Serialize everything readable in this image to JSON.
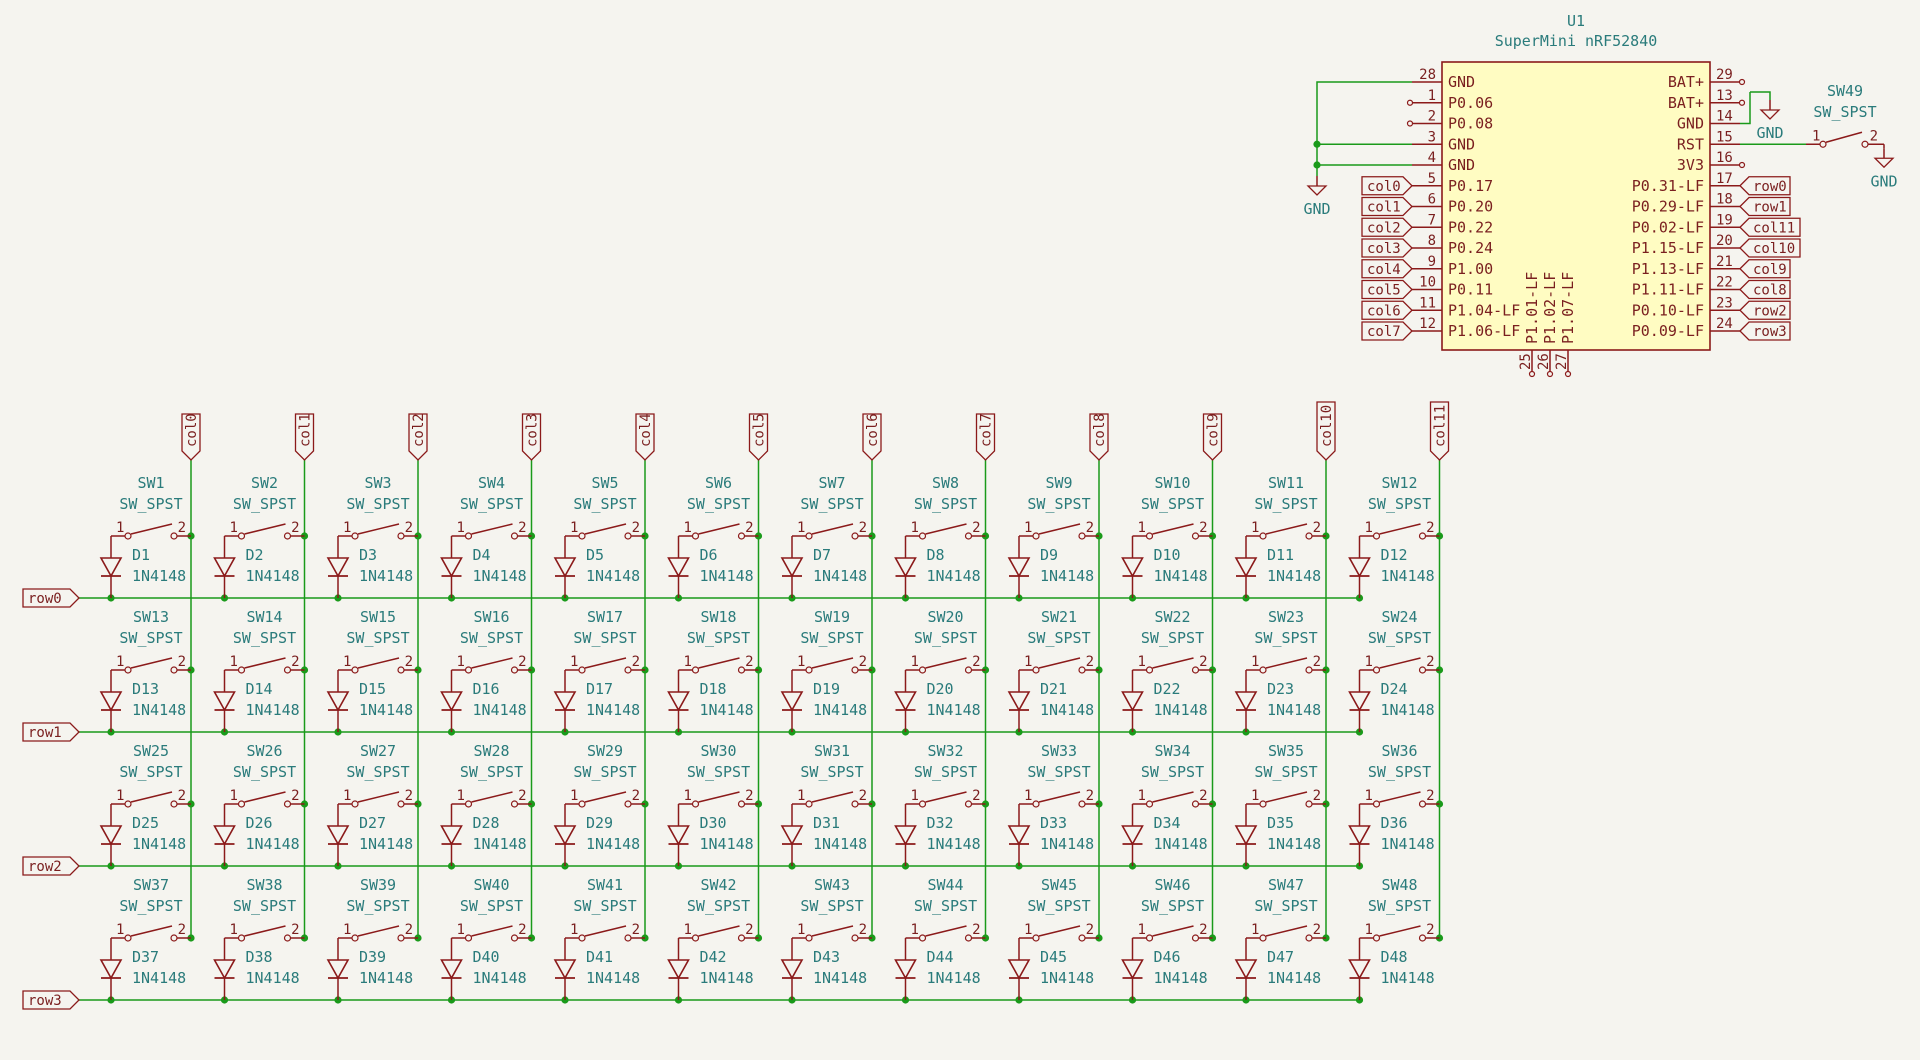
{
  "module": {
    "ref": "U1",
    "value": "SuperMini nRF52840",
    "left_pins": [
      {
        "num": "28",
        "name": "GND",
        "net": "GND"
      },
      {
        "num": "1",
        "name": "P0.06",
        "net": ""
      },
      {
        "num": "2",
        "name": "P0.08",
        "net": ""
      },
      {
        "num": "3",
        "name": "GND",
        "net": "GND"
      },
      {
        "num": "4",
        "name": "GND",
        "net": "GND"
      },
      {
        "num": "5",
        "name": "P0.17",
        "net": "col0"
      },
      {
        "num": "6",
        "name": "P0.20",
        "net": "col1"
      },
      {
        "num": "7",
        "name": "P0.22",
        "net": "col2"
      },
      {
        "num": "8",
        "name": "P0.24",
        "net": "col3"
      },
      {
        "num": "9",
        "name": "P1.00",
        "net": "col4"
      },
      {
        "num": "10",
        "name": "P0.11",
        "net": "col5"
      },
      {
        "num": "11",
        "name": "P1.04-LF",
        "net": "col6"
      },
      {
        "num": "12",
        "name": "P1.06-LF",
        "net": "col7"
      }
    ],
    "right_pins": [
      {
        "num": "29",
        "name": "BAT+",
        "net": ""
      },
      {
        "num": "13",
        "name": "BAT+",
        "net": ""
      },
      {
        "num": "14",
        "name": "GND",
        "net": "GND"
      },
      {
        "num": "15",
        "name": "RST",
        "net": "SW49"
      },
      {
        "num": "16",
        "name": "3V3",
        "net": ""
      },
      {
        "num": "17",
        "name": "P0.31-LF",
        "net": "row0"
      },
      {
        "num": "18",
        "name": "P0.29-LF",
        "net": "row1"
      },
      {
        "num": "19",
        "name": "P0.02-LF",
        "net": "col11"
      },
      {
        "num": "20",
        "name": "P1.15-LF",
        "net": "col10"
      },
      {
        "num": "21",
        "name": "P1.13-LF",
        "net": "col9"
      },
      {
        "num": "22",
        "name": "P1.11-LF",
        "net": "col8"
      },
      {
        "num": "23",
        "name": "P0.10-LF",
        "net": "row2"
      },
      {
        "num": "24",
        "name": "P0.09-LF",
        "net": "row3"
      }
    ],
    "bottom_pins": [
      {
        "num": "25",
        "name": "P1.01-LF"
      },
      {
        "num": "26",
        "name": "P1.02-LF"
      },
      {
        "num": "27",
        "name": "P1.07-LF"
      }
    ]
  },
  "reset_switch": {
    "ref": "SW49",
    "value": "SW_SPST",
    "pin1": "1",
    "pin2": "2"
  },
  "power": {
    "gnd": "GND"
  },
  "matrix": {
    "columns": [
      "col0",
      "col1",
      "col2",
      "col3",
      "col4",
      "col5",
      "col6",
      "col7",
      "col8",
      "col9",
      "col10",
      "col11"
    ],
    "rows": [
      "row0",
      "row1",
      "row2",
      "row3"
    ],
    "switch_value": "SW_SPST",
    "diode_value": "1N4148",
    "switch_prefix": "SW",
    "diode_prefix": "D",
    "pin1": "1",
    "pin2": "2"
  },
  "colors": {
    "background": "#f5f4ef",
    "wire": "#1a9a1a",
    "symbol": "#8b1a1a",
    "ic_fill": "#fffcc2",
    "text_ref": "#2a7b7b",
    "text_pin": "#7a1f1f"
  }
}
